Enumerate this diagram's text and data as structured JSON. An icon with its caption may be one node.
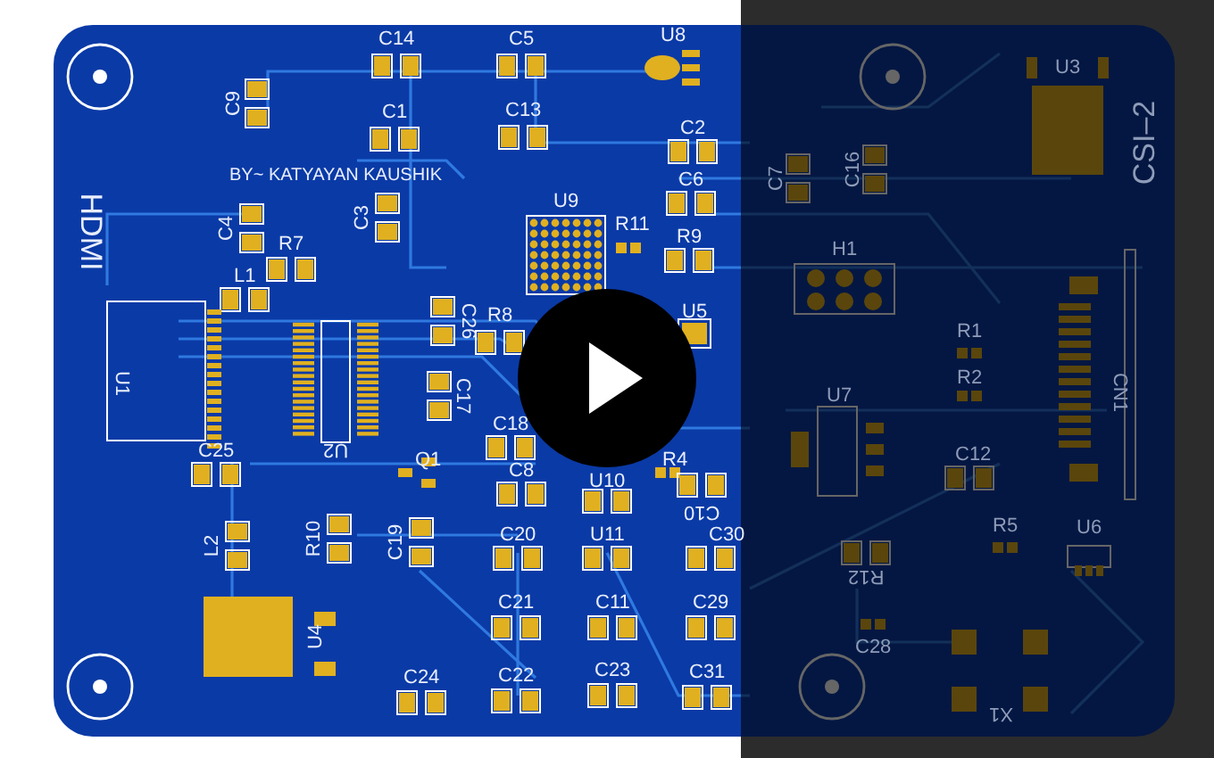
{
  "diagram": {
    "labels": [
      "C14",
      "C5",
      "U8",
      "U3",
      "C9",
      "C1",
      "C13",
      "C2",
      "BY~ KATYAYAN KAUSHIK",
      "C6",
      "C7",
      "C16",
      "CSI–2",
      "U9",
      "HDMI",
      "C4",
      "C3",
      "R7",
      "R11",
      "R9",
      "H1",
      "L1",
      "C26",
      "R8",
      "U5",
      "R1",
      "U1",
      "C17",
      "R2",
      "CN1",
      "U7",
      "C18",
      "C25",
      "U2",
      "Q1",
      "R4",
      "C12",
      "C8",
      "U10",
      "C10",
      "L2",
      "R10",
      "C19",
      "C20",
      "U11",
      "C30",
      "R5",
      "U6",
      "R12",
      "C21",
      "C11",
      "C29",
      "U4",
      "C28",
      "C24",
      "C22",
      "C23",
      "C31",
      "X1"
    ]
  }
}
